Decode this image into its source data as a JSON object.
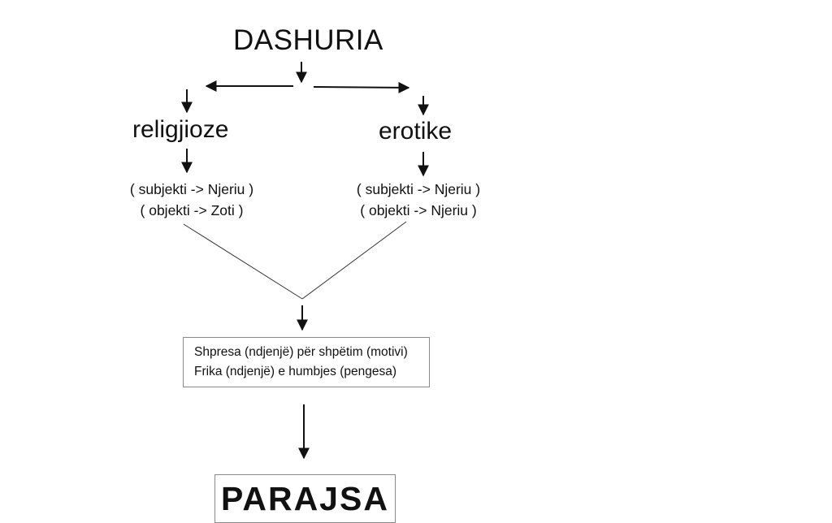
{
  "diagram": {
    "root": "DASHURIA",
    "branches": [
      {
        "label": "religjioze",
        "subject": "( subjekti -> Njeriu )",
        "object": "( objekti -> Zoti )"
      },
      {
        "label": "erotike",
        "subject": "( subjekti -> Njeriu )",
        "object": "( objekti -> Njeriu )"
      }
    ],
    "motive_box": {
      "line1": "Shpresa (ndjenjë) për shpëtim (motivi)",
      "line2": "Frika (ndjenjë) e humbjes (pengesa)"
    },
    "final": "PARAJSA"
  }
}
